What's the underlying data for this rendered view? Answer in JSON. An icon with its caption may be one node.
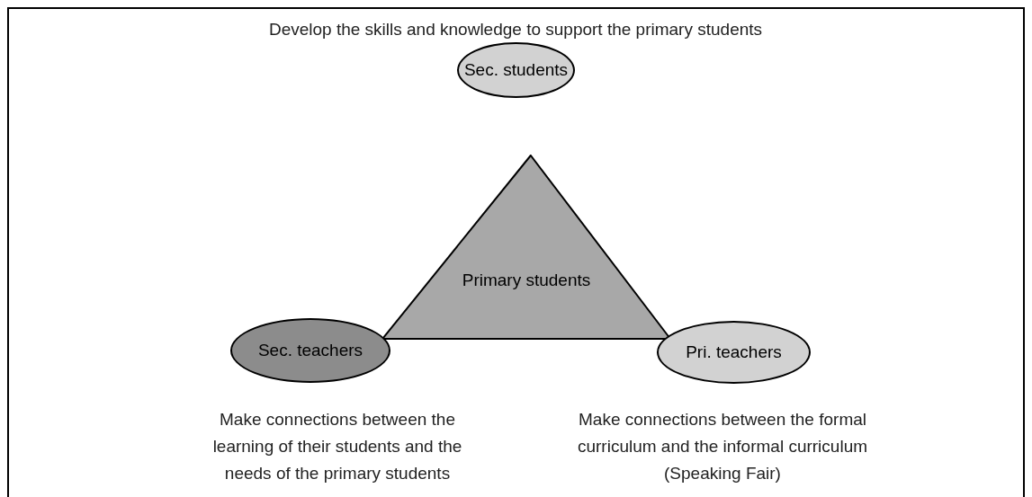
{
  "diagram": {
    "nodes": [
      {
        "text": [
          "Sec. students"
        ],
        "beside": [
          "Develop the skills and knowledge to support the primary students"
        ]
      },
      {
        "text": [
          "Primary students"
        ]
      },
      {
        "text": [
          "Sec. teachers"
        ],
        "beside": [
          "Make connections between the learning of their students and the needs of the primary students"
        ]
      },
      {
        "text": [
          "Pri. teachers"
        ],
        "beside": [
          "Make connections between the formal curriculum and the informal curriculum (Speaking Fair)"
        ]
      }
    ]
  }
}
